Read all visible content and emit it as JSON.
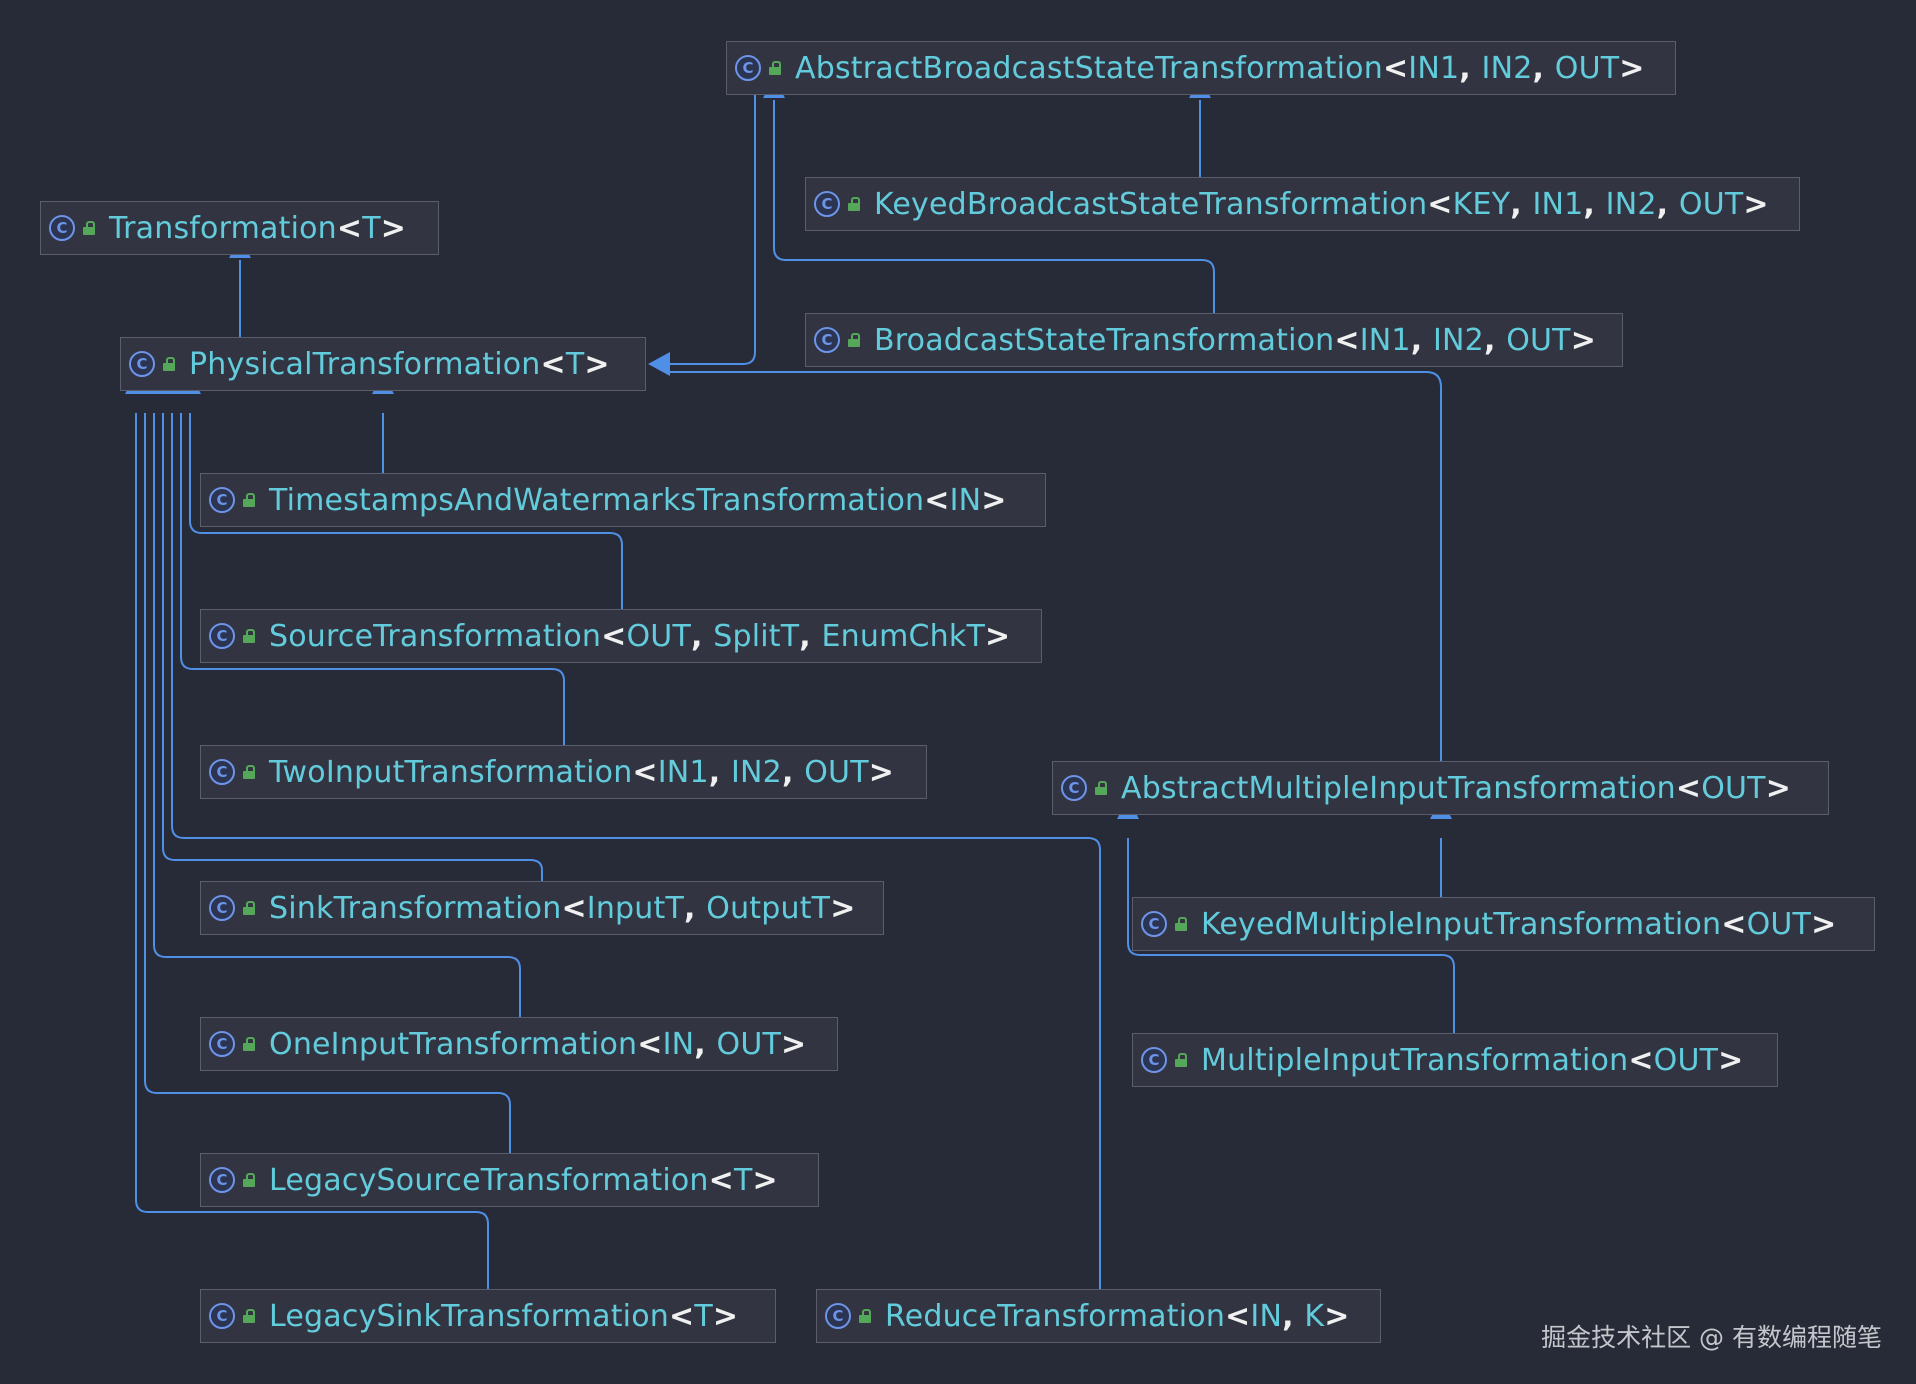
{
  "colors": {
    "background": "#272a37",
    "node_bg": "#323541",
    "node_border": "#5b5e6a",
    "edge": "#4f8fe6",
    "class_name": "#63ccdc",
    "class_icon": "#6c94e8",
    "lock_icon": "#55a85a"
  },
  "icons": {
    "class": "class-c-icon",
    "visibility": "lock-icon"
  },
  "nodes": [
    {
      "id": "abstract-broadcast",
      "name": "AbstractBroadcastStateTransformation",
      "params": "IN1, IN2, OUT"
    },
    {
      "id": "keyed-broadcast",
      "name": "KeyedBroadcastStateTransformation",
      "params": "KEY, IN1, IN2, OUT"
    },
    {
      "id": "transformation",
      "name": "Transformation",
      "params": "T"
    },
    {
      "id": "broadcast-state",
      "name": "BroadcastStateTransformation",
      "params": "IN1, IN2, OUT"
    },
    {
      "id": "physical",
      "name": "PhysicalTransformation",
      "params": "T"
    },
    {
      "id": "timestamps",
      "name": "TimestampsAndWatermarksTransformation",
      "params": "IN"
    },
    {
      "id": "source",
      "name": "SourceTransformation",
      "params": "OUT, SplitT, EnumChkT"
    },
    {
      "id": "two-input",
      "name": "TwoInputTransformation",
      "params": "IN1, IN2, OUT"
    },
    {
      "id": "abstract-multiple",
      "name": "AbstractMultipleInputTransformation",
      "params": "OUT"
    },
    {
      "id": "sink",
      "name": "SinkTransformation",
      "params": "InputT, OutputT"
    },
    {
      "id": "keyed-multiple",
      "name": "KeyedMultipleInputTransformation",
      "params": "OUT"
    },
    {
      "id": "one-input",
      "name": "OneInputTransformation",
      "params": "IN, OUT"
    },
    {
      "id": "multiple-input",
      "name": "MultipleInputTransformation",
      "params": "OUT"
    },
    {
      "id": "legacy-source",
      "name": "LegacySourceTransformation",
      "params": "T"
    },
    {
      "id": "legacy-sink",
      "name": "LegacySinkTransformation",
      "params": "T"
    },
    {
      "id": "reduce",
      "name": "ReduceTransformation",
      "params": "IN, K"
    }
  ],
  "edges": [
    {
      "from": "keyed-broadcast",
      "to": "abstract-broadcast"
    },
    {
      "from": "broadcast-state",
      "to": "abstract-broadcast"
    },
    {
      "from": "physical",
      "to": "transformation"
    },
    {
      "from": "abstract-broadcast",
      "to": "physical"
    },
    {
      "from": "abstract-multiple",
      "to": "physical"
    },
    {
      "from": "timestamps",
      "to": "physical"
    },
    {
      "from": "source",
      "to": "physical"
    },
    {
      "from": "two-input",
      "to": "physical"
    },
    {
      "from": "sink",
      "to": "physical"
    },
    {
      "from": "one-input",
      "to": "physical"
    },
    {
      "from": "legacy-source",
      "to": "physical"
    },
    {
      "from": "legacy-sink",
      "to": "physical"
    },
    {
      "from": "reduce",
      "to": "physical"
    },
    {
      "from": "keyed-multiple",
      "to": "abstract-multiple"
    },
    {
      "from": "multiple-input",
      "to": "abstract-multiple"
    }
  ],
  "watermark": "掘金技术社区 @ 有数编程随笔"
}
